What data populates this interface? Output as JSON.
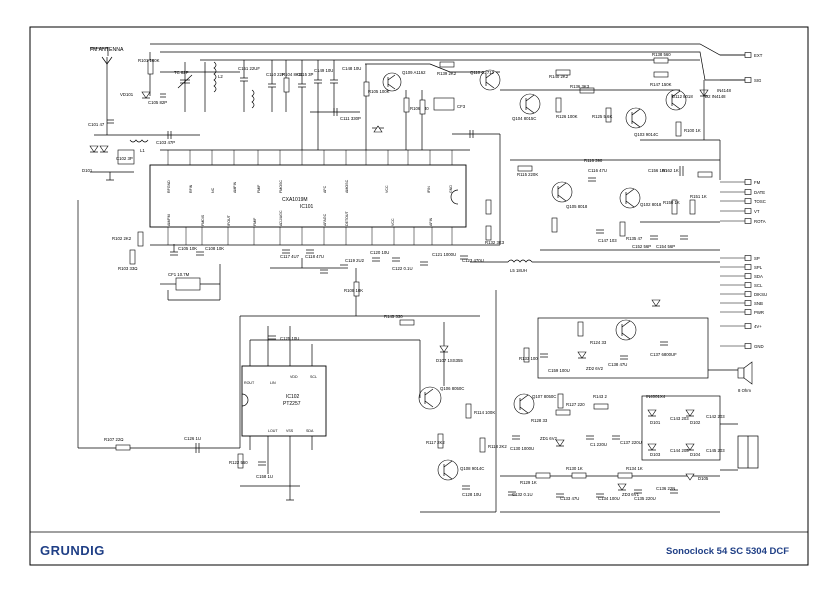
{
  "footer": {
    "brand": "GRUNDIG",
    "model": "Sonoclock 54 SC 5304 DCF"
  },
  "antenna_label": "FM ANTENNA",
  "ics": {
    "ic101": {
      "ref": "IC101",
      "part": "CXA1019M"
    },
    "ic102": {
      "ref": "IC102",
      "part": "PT2257"
    }
  },
  "ic101_top_pins": [
    "RFGND",
    "RFIN",
    "NC",
    "AMFIN",
    "FMIF",
    "FMOSC",
    "AFC",
    "AMOSC",
    "VCC",
    "IFIN",
    "GND"
  ],
  "ic101_bottom_pins": [
    "AM/FM",
    "FMDIS",
    "IFOUT",
    "FMIF",
    "ADJ/AGC",
    "AFAGC",
    "DETOUT",
    "VCC",
    "AFIN"
  ],
  "ic102_left_pins": [
    "ROUT",
    "LIN",
    "LOUT"
  ],
  "ic102_right_pins": [
    "SCL",
    "SDA",
    "VSS",
    "VDD"
  ],
  "connectors": [
    "EXT",
    "SIG",
    "IN4148",
    "FM",
    "DATE",
    "TOSC",
    "VT",
    "ROTA",
    "SP",
    "SPL",
    "SDA",
    "SCL",
    "DIKSU",
    "SNB",
    "PWR",
    "4V+",
    "GND"
  ],
  "right_parts": [
    "D2 IN4148",
    "R138 560",
    "R147 150K",
    "D112 8018",
    "R100 1K",
    "C156 10n",
    "R162 1K",
    "R150 1K",
    "R151 1K",
    "C152 56P",
    "C154 56P",
    "R124 33",
    "R133 100",
    "C159 100U",
    "ZD2 6V2",
    "C138 47U",
    "C137 6800UF",
    "8 Ohm"
  ],
  "components": {
    "r101": "R101 100K",
    "c105": "C105 82P",
    "vd101": "VD101",
    "tc": "TC 82P",
    "l2": "L2",
    "c151": "C151 22UF",
    "c110": "C110 22P",
    "r104": "R104 8K8",
    "c115": "C115 3P",
    "c148": "C148 10U",
    "c149": "C149 10U",
    "q109": "Q109 A1162",
    "r139": "R139 2K2",
    "q110": "Q110 C2712",
    "r105": "R105 100K",
    "c111": "C111 330P",
    "cf3": "CF3",
    "r106": "R106 330",
    "c101": "C101 47",
    "c103": "C103 47P",
    "d101": "D101",
    "l1": "L1",
    "c102": "C102 3P",
    "q105": "Q105 8018",
    "c116": "C116 47U",
    "r115": "R115 220K",
    "r116": "R116 390",
    "r102": "R102 2K2",
    "r103": "R103 33Ω",
    "c105b": "C105 10K",
    "c108": "C108 10K",
    "c117": "C117 4U7",
    "c118": "C118 47U",
    "c119": "C119 2U2",
    "c120": "C120 10U",
    "c122": "C122 0.1U",
    "c121": "C121 1000U",
    "c123": "C123 470U",
    "l5": "L5 18UH",
    "cf1": "CF1 10.7M",
    "r107": "R107 22Ω",
    "c126": "C126 1U",
    "c125": "C125 10U",
    "r108": "R108 10K",
    "r145": "R145 330",
    "d107": "D107 1SS355",
    "q106": "Q106 8050C",
    "r114": "R114 100K",
    "r122": "R122 560",
    "c158": "C158 1U",
    "r117": "R117 2K2",
    "r118": "R118 2K2",
    "q108": "Q108 9014C",
    "c128": "C128 10U",
    "r125": "R125 5.6K",
    "r140": "R140 2K2",
    "q104": "Q104 8015C",
    "r126": "R126 100K",
    "r136": "R136 3K3",
    "q103": "Q103 9014C",
    "r132": "R132 3K3",
    "c147": "C147 103",
    "r135": "R135 47",
    "q102": "Q102 8018",
    "d106": "D106 1SS355",
    "q101": "Q101 8050C",
    "q107": "Q107 8050C",
    "r143": "R143 2",
    "r128": "R128 33",
    "r127": "R127 220",
    "zd1": "ZD1 6V2",
    "c130": "C130 1000U",
    "c1": "C1 220U",
    "c137": "C137 220U",
    "d101b": "D101",
    "d102": "D102",
    "d103": "D103",
    "d104": "D104",
    "c142": "C142 203",
    "c143": "C143 203",
    "c144": "C144 203",
    "c145": "C145 203",
    "in4001": "IN4001X4",
    "r129": "R129 1K",
    "r130": "R130 1K",
    "r134": "R134 1K",
    "zd3": "ZD3 6V1",
    "c132": "C132 0.1U",
    "c133": "C133 47U",
    "c134": "C134 100U",
    "c135": "C135 220U",
    "c136": "C136 22N",
    "d105": "D105"
  }
}
